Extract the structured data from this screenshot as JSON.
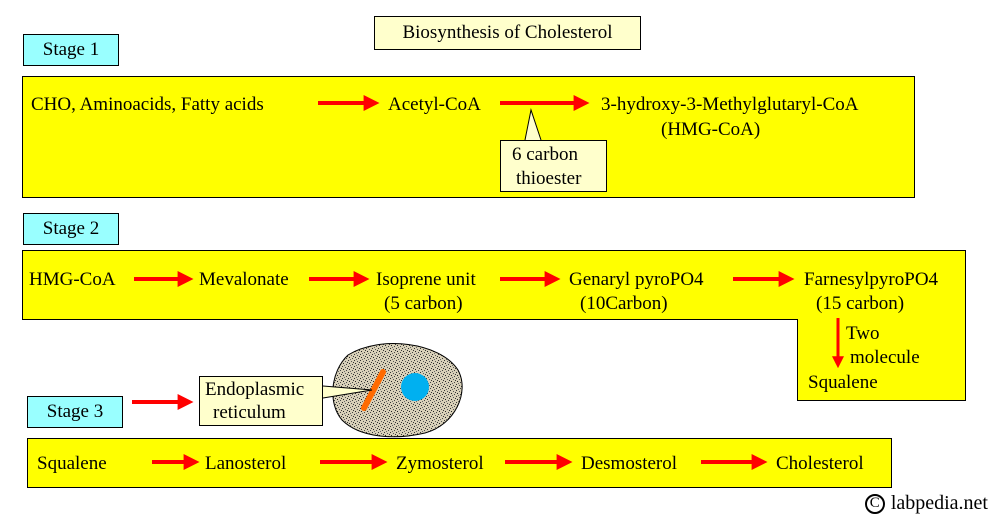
{
  "title": "Biosynthesis of Cholesterol",
  "stage1": {
    "label": "Stage 1",
    "nodes": [
      "CHO, Aminoacids, Fatty acids",
      "Acetyl-CoA",
      "3-hydroxy-3-Methylglutaryl-CoA",
      "(HMG-CoA)"
    ],
    "callout": [
      "6 carbon",
      "thioester"
    ]
  },
  "stage2": {
    "label": "Stage 2",
    "nodes": [
      "HMG-CoA",
      "Mevalonate",
      "Isoprene unit",
      "(5 carbon)",
      "Genaryl pyroPO4",
      "(10Carbon)",
      "FarnesylpyroPO4",
      "(15 carbon)"
    ],
    "down_note": [
      "Two",
      "molecule"
    ],
    "result": "Squalene"
  },
  "stage3": {
    "label": "Stage 3",
    "callout": [
      "Endoplasmic",
      "reticulum"
    ],
    "nodes": [
      "Squalene",
      "Lanosterol",
      "Zymosterol",
      "Desmosterol",
      "Cholesterol"
    ]
  },
  "watermark": "labpedia.net",
  "colors": {
    "panel": "#ffff00",
    "label_bg": "#99ffff",
    "arrow": "#ff0000",
    "nucleus": "#00b0f0",
    "er": "#ff6a00"
  }
}
